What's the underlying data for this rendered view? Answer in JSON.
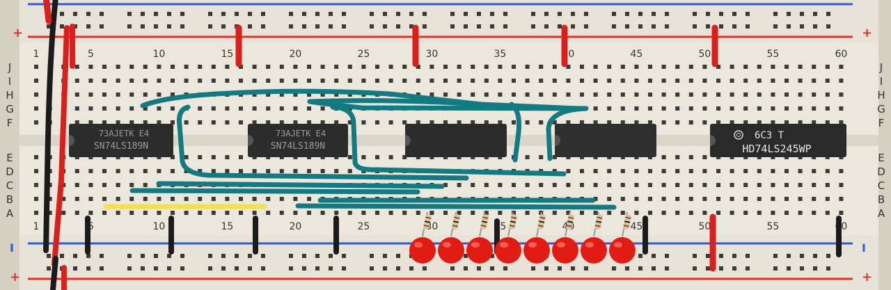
{
  "board": {
    "column_numbers_top": [
      "1",
      "5",
      "10",
      "15",
      "20",
      "25",
      "30",
      "35",
      "40",
      "45",
      "50",
      "55",
      "60"
    ],
    "column_numbers_bottom": [
      "1",
      "5",
      "10",
      "15",
      "20",
      "25",
      "30",
      "35",
      "40",
      "45",
      "50",
      "55",
      "60"
    ],
    "row_letters_top": [
      "J",
      "I",
      "H",
      "G",
      "F"
    ],
    "row_letters_bottom": [
      "E",
      "D",
      "C",
      "B",
      "A"
    ],
    "rail_plus": "+",
    "rail_minus": "I"
  },
  "chips": [
    {
      "line1": "73AJETK E4",
      "line2": "SN74LS189N"
    },
    {
      "line1": "73AJETK E4",
      "line2": "SN74LS189N"
    },
    {
      "line1": "",
      "line2": ""
    },
    {
      "line1": "",
      "line2": ""
    },
    {
      "line1": "6C3 T",
      "line2": "HD74LS245WP"
    }
  ],
  "led_count": 8,
  "colors": {
    "board": "#ece7dc",
    "rail_red": "#d9342b",
    "rail_blue": "#2a5bd7",
    "wire_teal": "#137a82",
    "wire_yellow": "#f2e24a",
    "wire_red": "#d8201e",
    "wire_black": "#1b1b1b",
    "chip": "#2c2c2c",
    "led": "#e01c14"
  }
}
